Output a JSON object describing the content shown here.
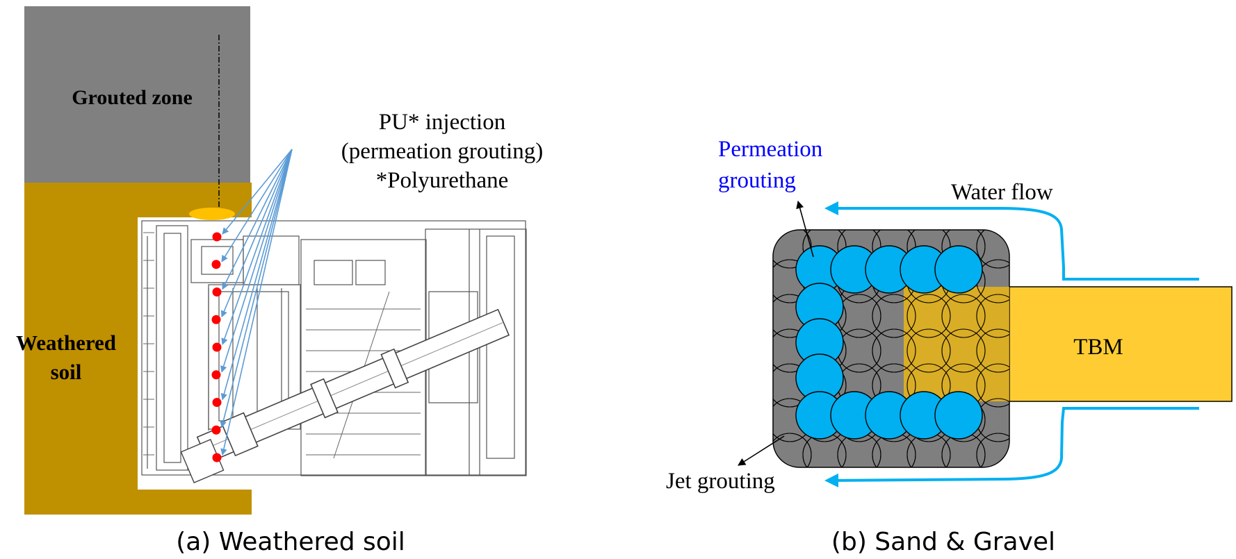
{
  "panel_a": {
    "caption": "(a) Weathered soil",
    "grouted_zone_label": "Grouted zone",
    "weathered_soil_label_line1": "Weathered",
    "weathered_soil_label_line2": "soil",
    "pu_line1": "PU* injection",
    "pu_line2": "(permeation grouting)",
    "pu_line3": "*Polyurethane",
    "injection_point_count": 9
  },
  "panel_b": {
    "caption": "(b) Sand & Gravel",
    "permeation_line1": "Permeation",
    "permeation_line2": "grouting",
    "water_flow_label": "Water flow",
    "tbm_label": "TBM",
    "jet_grouting_label": "Jet grouting"
  },
  "colors": {
    "grouted_zone": "#808080",
    "weathered_soil": "#bf9000",
    "injection_point": "#ff0000",
    "leader_line": "#5b9bd5",
    "permeation_circle": "#00b0f0",
    "jet_block": "#7f7f7f",
    "tbm": "#ffc000",
    "water_flow": "#00b0f0",
    "permeation_text": "#0000ff"
  }
}
